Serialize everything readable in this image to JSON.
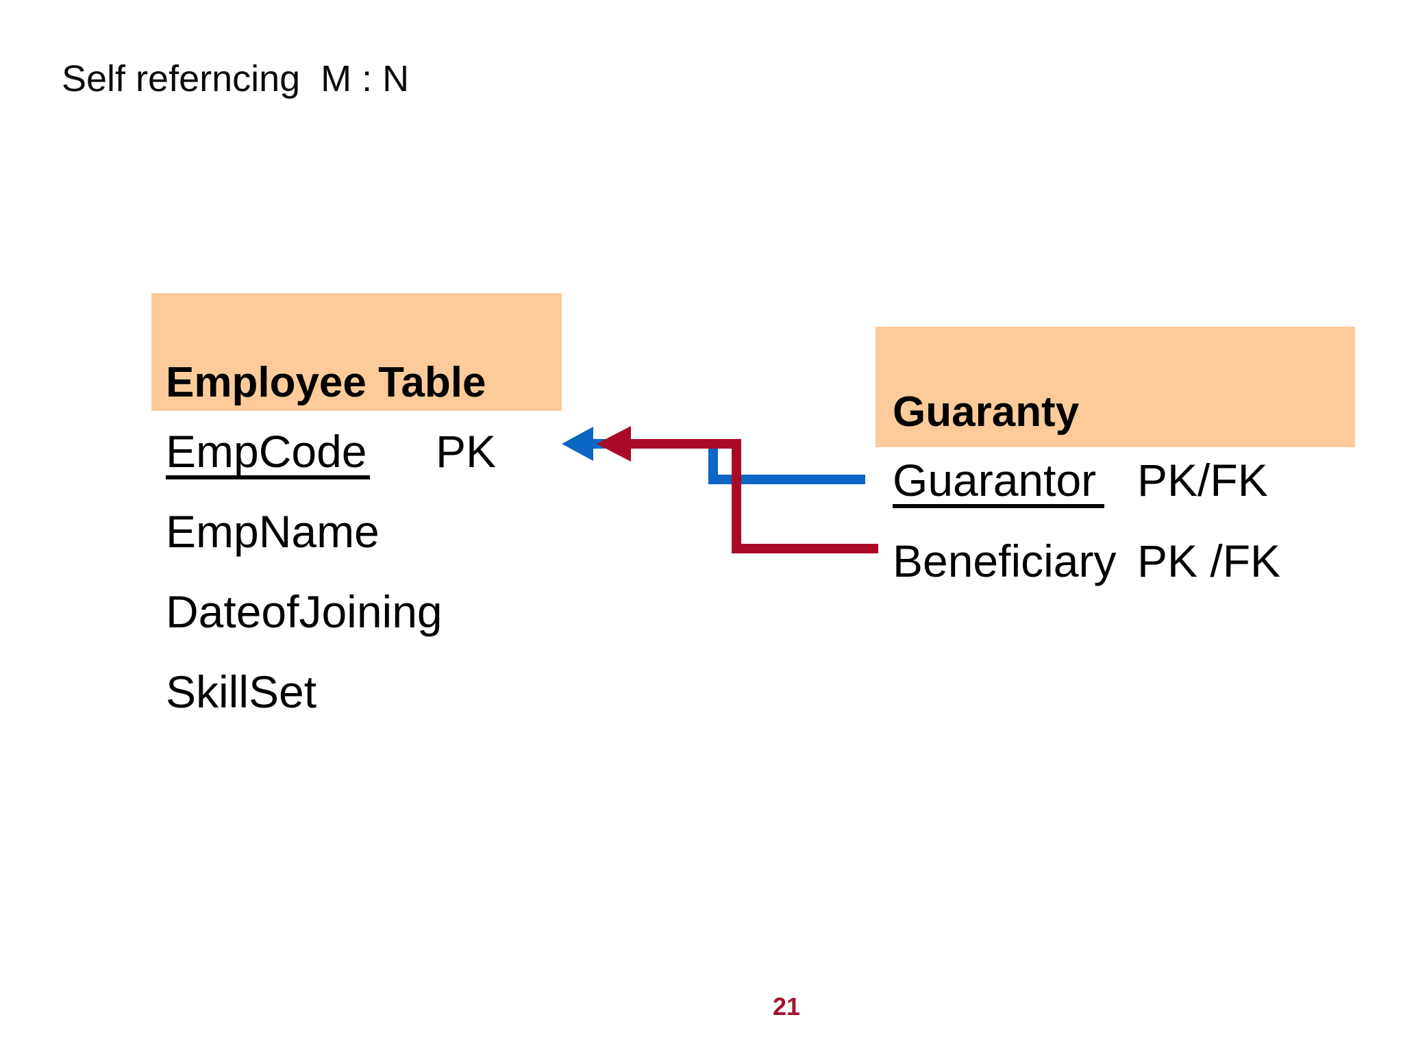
{
  "slide": {
    "title": "Self referncing  M : N",
    "page_number": "21"
  },
  "tables": {
    "employee": {
      "header": "Employee Table",
      "fields": [
        {
          "name": "EmpCode",
          "key": "PK",
          "underlined": true
        },
        {
          "name": "EmpName",
          "key": "",
          "underlined": false
        },
        {
          "name": "DateofJoining",
          "key": "",
          "underlined": false
        },
        {
          "name": "SkillSet",
          "key": "",
          "underlined": false
        }
      ]
    },
    "guaranty": {
      "header": "Guaranty",
      "fields": [
        {
          "name": "Guarantor",
          "key": "PK/FK",
          "underlined": true
        },
        {
          "name": "Beneficiary",
          "key": "PK /FK",
          "underlined": false
        }
      ]
    }
  },
  "connectors": [
    {
      "name": "guarantor-to-empcode",
      "from": "Guaranty.Guarantor",
      "to": "Employee.EmpCode",
      "color": "#0B66C4"
    },
    {
      "name": "beneficiary-to-empcode",
      "from": "Guaranty.Beneficiary",
      "to": "Employee.EmpCode",
      "color": "#AA0A28"
    }
  ],
  "colors": {
    "header_fill": "#FCCB99",
    "blue_line": "#0B66C4",
    "red_line": "#AA0A28",
    "page_number": "#A3152F",
    "text": "#000000"
  }
}
